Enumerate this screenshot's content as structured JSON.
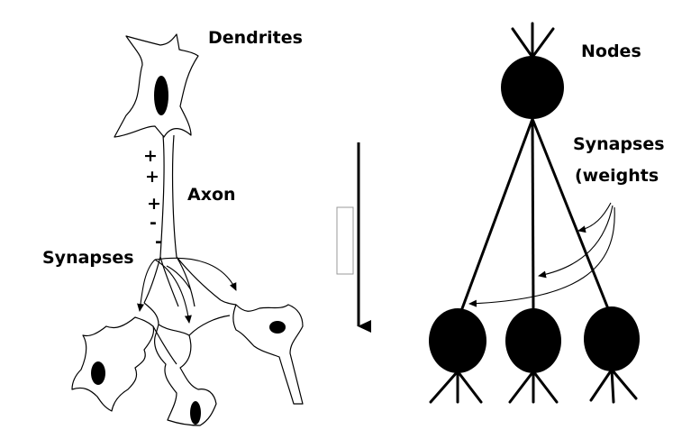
{
  "biological": {
    "dendrites_label": "Dendrites",
    "axon_label": "Axon",
    "synapses_label": "Synapses",
    "charge_signs": [
      "+",
      "+",
      "+",
      "-",
      "-"
    ]
  },
  "artificial": {
    "nodes_label": "Nodes",
    "synapses_label": "Synapses",
    "weights_label": "(weights"
  },
  "colors": {
    "ink": "#000000",
    "background": "#ffffff",
    "box_outline": "#999999"
  }
}
